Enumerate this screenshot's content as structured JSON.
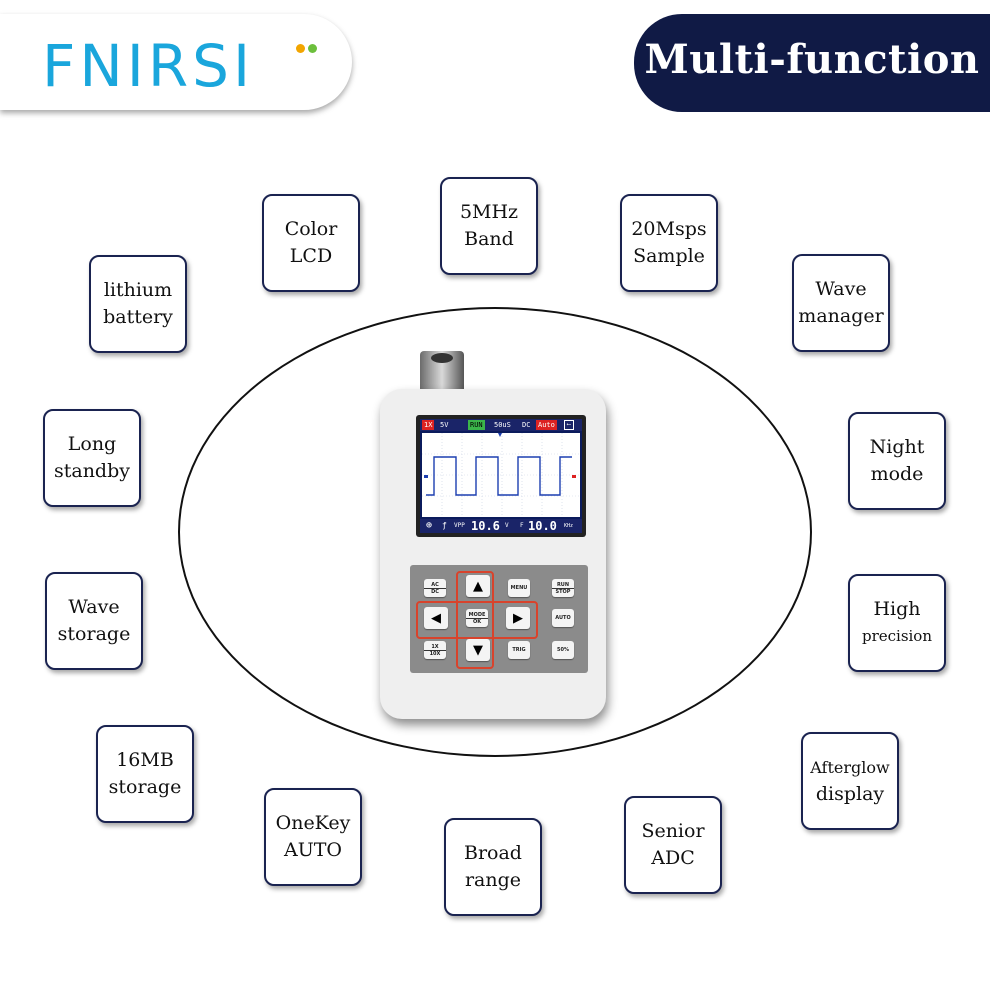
{
  "brand": {
    "logo_text": "FNIRSI",
    "dot_colors": [
      "#f2a500",
      "#6cbf3c"
    ]
  },
  "banner": {
    "title": "Multi-function"
  },
  "features": {
    "color_lcd": [
      "Color",
      "LCD"
    ],
    "band": [
      "5MHz",
      "Band"
    ],
    "sample": [
      "20Msps",
      "Sample"
    ],
    "wave_manager": [
      "Wave",
      "manager"
    ],
    "lithium_battery": [
      "lithium",
      "battery"
    ],
    "night_mode": [
      "Night",
      "mode"
    ],
    "long_standby": [
      "Long",
      "standby"
    ],
    "high_precision": [
      "High",
      "precision"
    ],
    "wave_storage": [
      "Wave",
      "storage"
    ],
    "afterglow_display": [
      "Afterglow",
      "display"
    ],
    "storage_16mb": [
      "16MB",
      "storage"
    ],
    "onekey_auto": [
      "OneKey",
      "AUTO"
    ],
    "broad_range": [
      "Broad",
      "range"
    ],
    "senior_adc": [
      "Senior",
      "ADC"
    ]
  },
  "device": {
    "screen": {
      "top": [
        "1X",
        "5V",
        "RUN",
        "50uS",
        "DC",
        "Auto"
      ],
      "vpp_label": "VPP",
      "vpp_value": "10.6",
      "vpp_unit": "V",
      "freq_label": "F",
      "freq_value": "10.0",
      "freq_unit": "KHz"
    },
    "keys": {
      "acdc": [
        "AC",
        "DC"
      ],
      "menu": "MENU",
      "runstop": [
        "RUN",
        "STOP"
      ],
      "modeok": [
        "MODE",
        "OK"
      ],
      "auto": "AUTO",
      "x1x10": [
        "1X",
        "10X"
      ],
      "trig": "TRIG",
      "fifty": "50%"
    }
  },
  "colors": {
    "banner_bg": "#101a45",
    "logo_blue": "#1aa6dc",
    "box_border": "#1a2350",
    "dpad_outline": "#d8432c"
  }
}
